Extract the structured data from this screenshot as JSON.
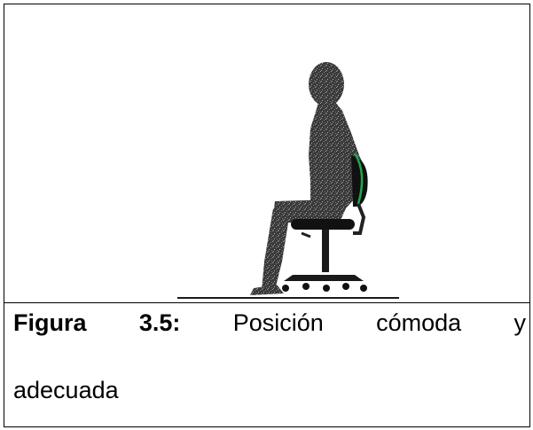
{
  "figure": {
    "illustration_icon": "person-sitting-in-office-chair-icon",
    "caption": {
      "label_word": "Figura",
      "label_number": "3.5:",
      "w1": "Posición",
      "w2": "cómoda",
      "w3": "y",
      "line2": "adecuada"
    }
  }
}
